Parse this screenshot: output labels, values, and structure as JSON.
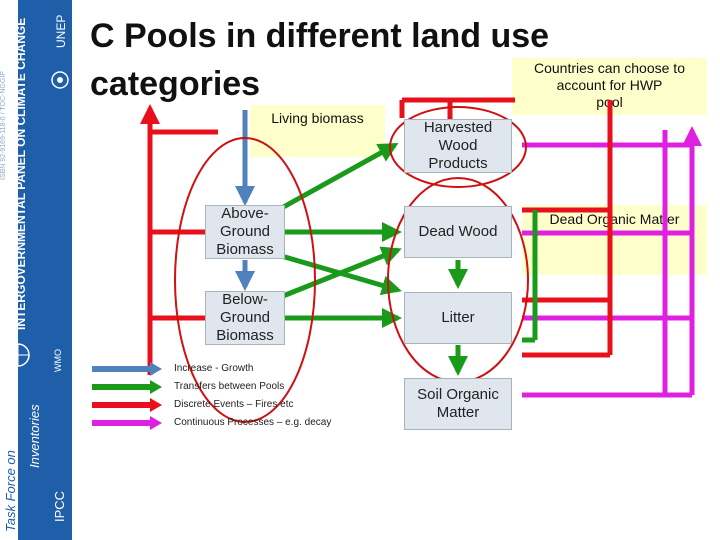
{
  "slide": {
    "title_line1": "C Pools in different land use",
    "title_line2": "categories"
  },
  "sidebar": {
    "org_name": "INTERGOVERNMENTAL PANEL ON CLIMATE CHANGE",
    "unep": "UNEP",
    "wmo": "WMO",
    "ipcc": "IPCC",
    "task_force_line1": "Task Force on",
    "task_force_line2": "Inventories",
    "id_text": "ISBN 92-9169-118-0 / TOC-NGGIP"
  },
  "callouts": {
    "living_biomass": "Living biomass",
    "hwp_line1": "Countries can choose to",
    "hwp_line2": "account for HWP",
    "hwp_line3": "pool",
    "dead_organic_matter": "Dead Organic Matter"
  },
  "pools": {
    "harvested_wood_line1": "Harvested",
    "harvested_wood_line2": "Wood",
    "harvested_wood_line3": "Products",
    "above_line1": "Above-",
    "above_line2": "Ground",
    "above_line3": "Biomass",
    "dead_wood": "Dead Wood",
    "below_line1": "Below-",
    "below_line2": "Ground",
    "below_line3": "Biomass",
    "litter": "Litter",
    "soil_line1": "Soil Organic",
    "soil_line2": "Matter"
  },
  "legend": {
    "increase": "Increase - Growth",
    "transfers": "Transfers between Pools",
    "discrete": "Discrete Events – Fires etc",
    "continuous": "Continuous Processes – e.g. decay"
  },
  "colors": {
    "sidebar": "#1f5ea8",
    "growth": "#4f81bd",
    "transfer": "#1a9a1a",
    "discrete": "#e8101a",
    "continuous": "#e020e0",
    "callout": "#ffffcc",
    "highlight": "#d01010"
  }
}
